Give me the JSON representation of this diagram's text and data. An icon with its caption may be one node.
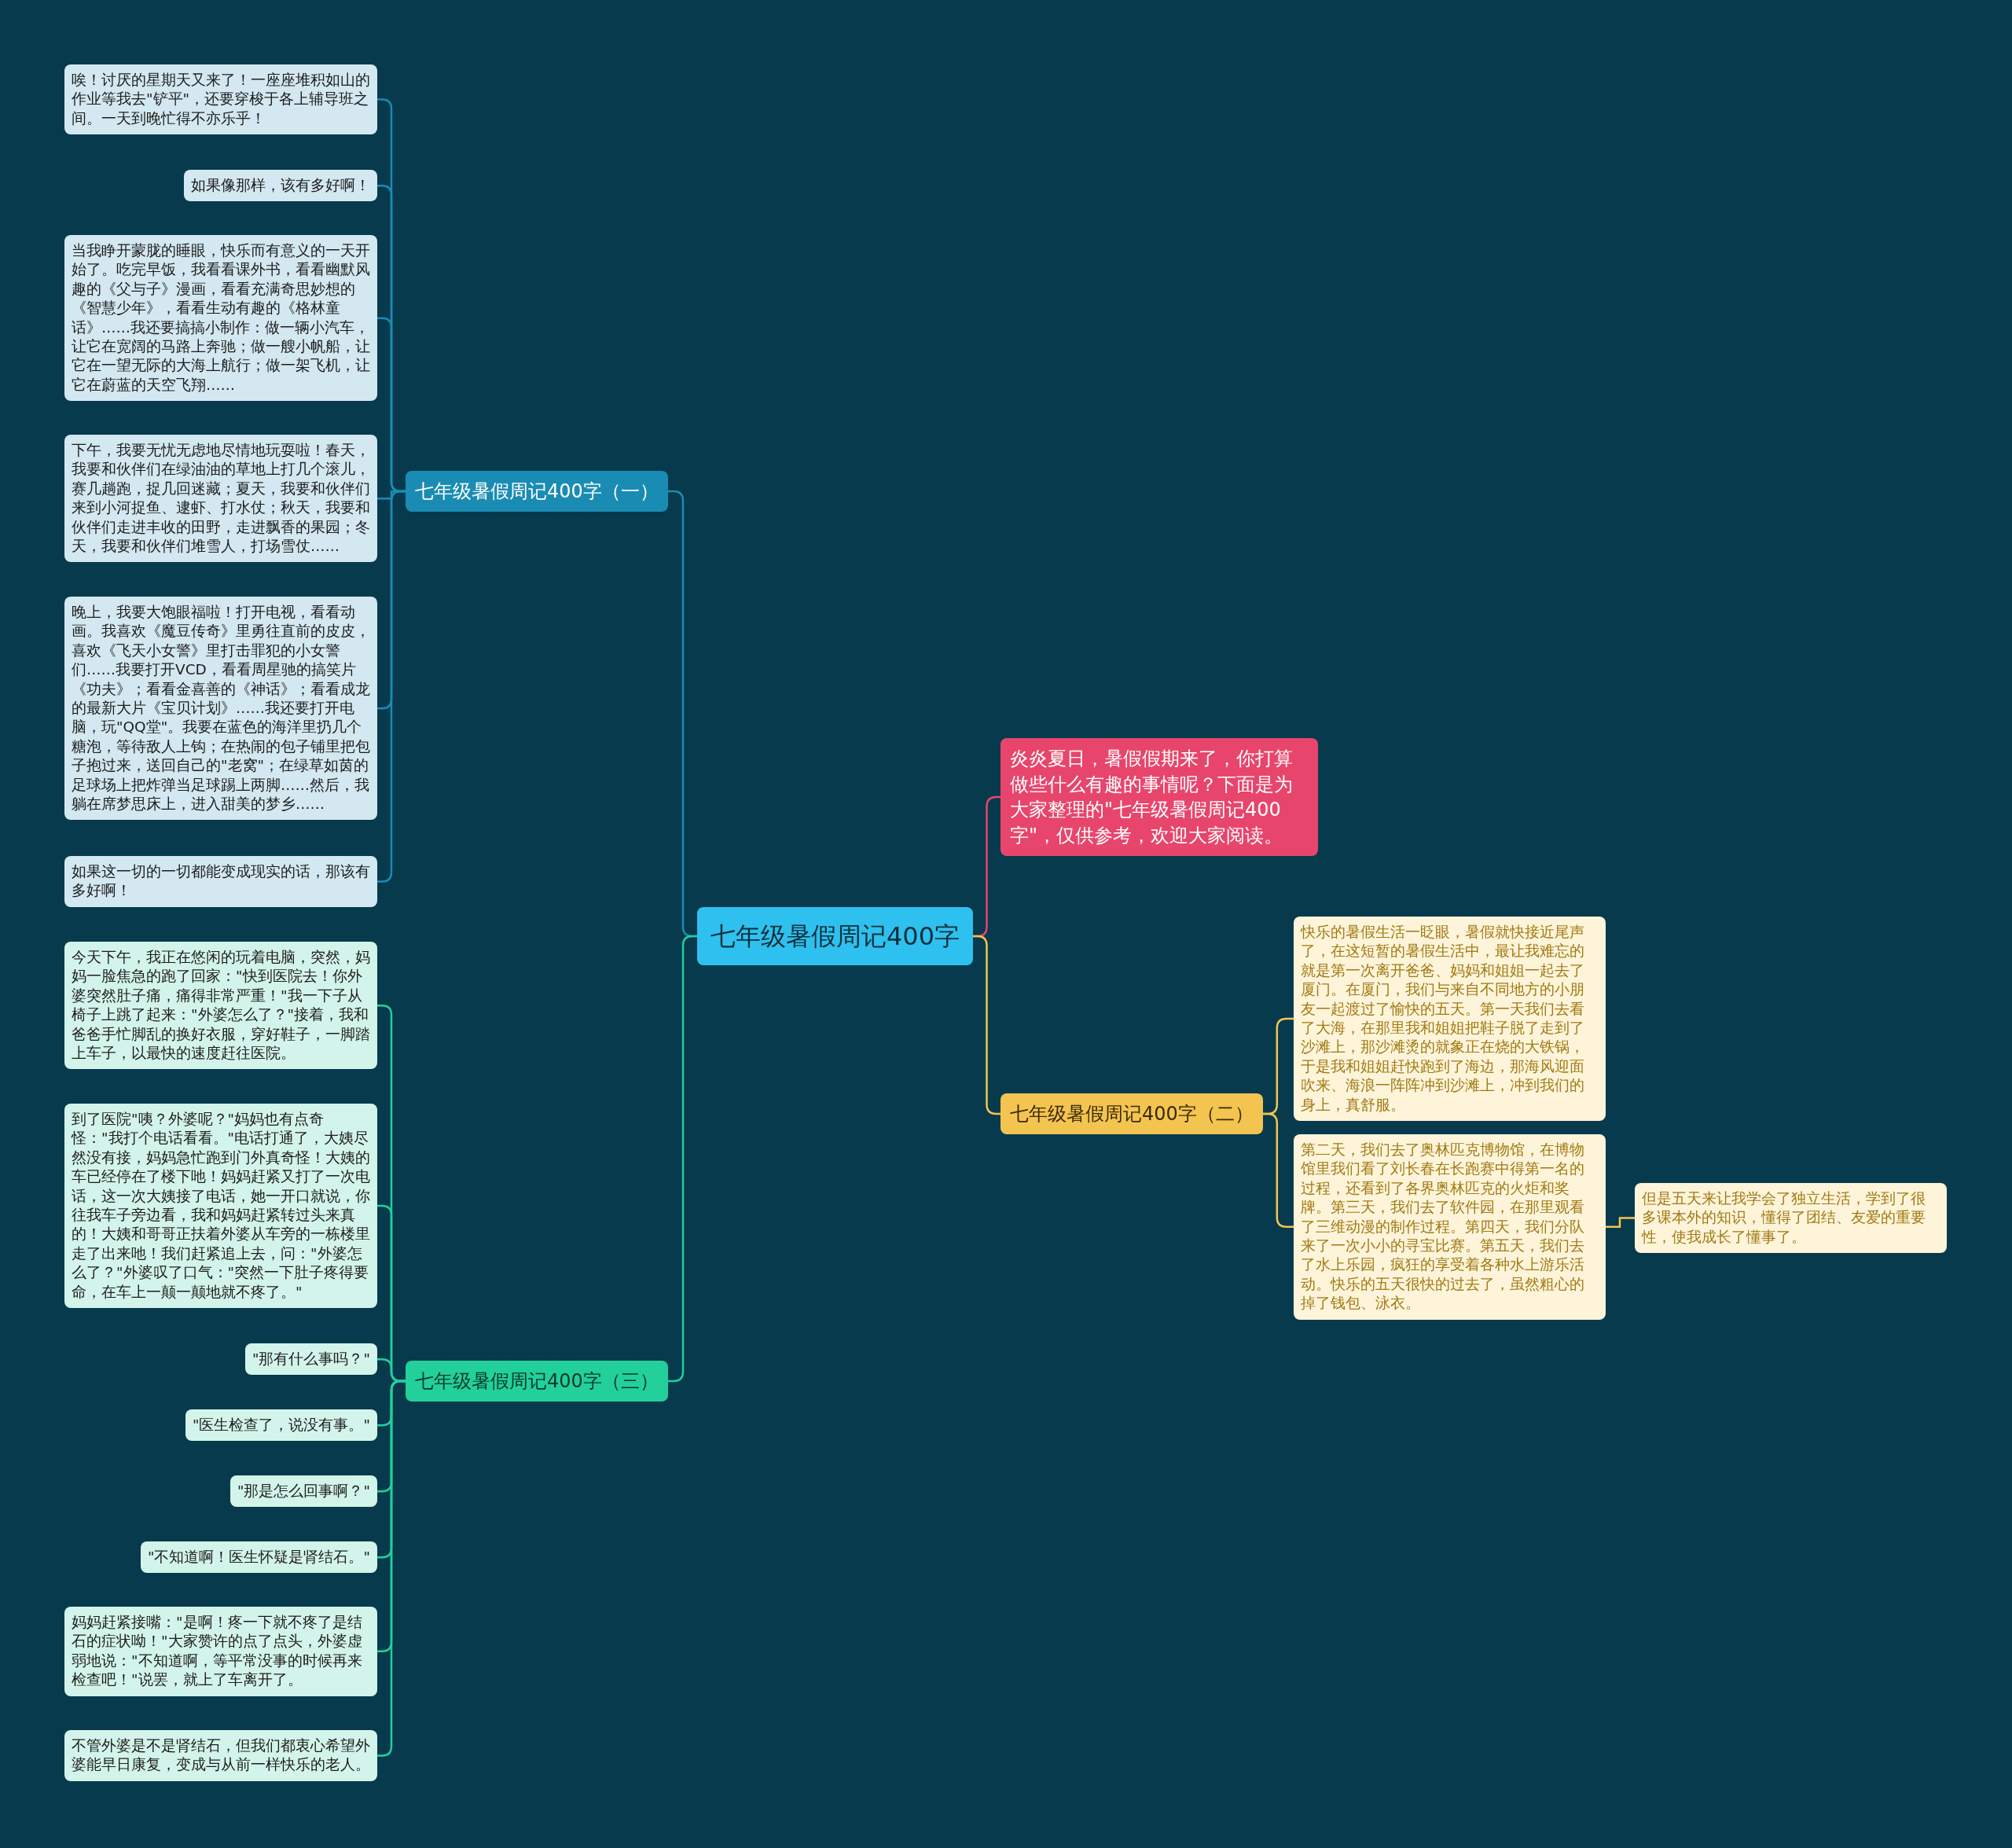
{
  "diagram": {
    "nodes": [
      {
        "text": [
          "七年级暑假周记400字"
        ]
      },
      {
        "text": [
          "炎炎夏日，暑假假期来了，你打算做些什么有趣的事情呢？下面是为大家整理的\"七年级暑假周记400字\"，仅供参考，欢迎大家阅读。"
        ]
      },
      {
        "text": [
          "七年级暑假周记400字（一）"
        ]
      },
      {
        "text": [
          "唉！讨厌的星期天又来了！一座座堆积如山的作业等我去\"铲平\"，还要穿梭于各上辅导班之间。一天到晚忙得不亦乐乎！"
        ]
      },
      {
        "text": [
          "如果像那样，该有多好啊！"
        ]
      },
      {
        "text": [
          "当我睁开蒙胧的睡眼，快乐而有意义的一天开始了。吃完早饭，我看看课外书，看看幽默风趣的《父与子》漫画，看看充满奇思妙想的《智慧少年》，看看生动有趣的《格林童话》……我还要搞搞小制作：做一辆小汽车，让它在宽阔的马路上奔驰；做一艘小帆船，让它在一望无际的大海上航行；做一架飞机，让它在蔚蓝的天空飞翔……"
        ]
      },
      {
        "text": [
          "下午，我要无忧无虑地尽情地玩耍啦！春天，我要和伙伴们在绿油油的草地上打几个滚儿，赛几趟跑，捉几回迷藏；夏天，我要和伙伴们来到小河捉鱼、逮虾、打水仗；秋天，我要和伙伴们走进丰收的田野，走进飘香的果园；冬天，我要和伙伴们堆雪人，打场雪仗……"
        ]
      },
      {
        "text": [
          "晚上，我要大饱眼福啦！打开电视，看看动画。我喜欢《魔豆传奇》里勇往直前的皮皮，喜欢《飞天小女警》里打击罪犯的小女警们……我要打开VCD，看看周星驰的搞笑片《功夫》；看看金喜善的《神话》；看看成龙的最新大片《宝贝计划》……我还要打开电脑，玩\"QQ堂\"。我要在蓝色的海洋里扔几个糖泡，等待敌人上钩；在热闹的包子铺里把包子抱过来，送回自己的\"老窝\"；在绿草如茵的足球场上把炸弹当足球踢上两脚……然后，我躺在席梦思床上，进入甜美的梦乡……"
        ]
      },
      {
        "text": [
          "如果这一切的一切都能变成现实的话，那该有多好啊！"
        ]
      },
      {
        "text": [
          "七年级暑假周记400字（二）"
        ]
      },
      {
        "text": [
          "快乐的暑假生活一眨眼，暑假就快接近尾声了，在这短暂的暑假生活中，最让我难忘的就是第一次离开爸爸、妈妈和姐姐一起去了厦门。在厦门，我们与来自不同地方的小朋友一起渡过了愉快的五天。第一天我们去看了大海，在那里我和姐姐把鞋子脱了走到了沙滩上，那沙滩烫的就象正在烧的大铁锅，于是我和姐姐赶快跑到了海边，那海风迎面吹来、海浪一阵阵冲到沙滩上，冲到我们的身上，真舒服。"
        ]
      },
      {
        "text": [
          "第二天，我们去了奥林匹克博物馆，在博物馆里我们看了刘长春在长跑赛中得第一名的过程，还看到了各界奥林匹克的火炬和奖牌。第三天，我们去了软件园，在那里观看了三维动漫的制作过程。第四天，我们分队来了一次小小的寻宝比赛。第五天，我们去了水上乐园，疯狂的享受着各种水上游乐活动。快乐的五天很快的过去了，虽然粗心的掉了钱包、泳衣。"
        ]
      },
      {
        "text": [
          "但是五天来让我学会了独立生活，学到了很多课本外的知识，懂得了团结、友爱的重要性，使我成长了懂事了。"
        ]
      },
      {
        "text": [
          "七年级暑假周记400字（三）"
        ]
      },
      {
        "text": [
          "今天下午，我正在悠闲的玩着电脑，突然，妈妈一脸焦急的跑了回家：\"快到医院去！你外婆突然肚子痛，痛得非常严重！\"我一下子从椅子上跳了起来：\"外婆怎么了？\"接着，我和爸爸手忙脚乱的换好衣服，穿好鞋子，一脚踏上车子，以最快的速度赶往医院。"
        ]
      },
      {
        "text": [
          "到了医院\"咦？外婆呢？\"妈妈也有点奇怪：\"我打个电话看看。\"电话打通了，大姨尽然没有接，妈妈急忙跑到门外真奇怪！大姨的车已经停在了楼下吔！妈妈赶紧又打了一次电话，这一次大姨接了电话，她一开口就说，你往我车子旁边看，我和妈妈赶紧转过头来真的！大姨和哥哥正扶着外婆从车旁的一栋楼里走了出来吔！我们赶紧追上去，问：\"外婆怎么了？\"外婆叹了口气：\"突然一下肚子疼得要命，在车上一颠一颠地就不疼了。\""
        ]
      },
      {
        "text": [
          "\"那有什么事吗？\""
        ]
      },
      {
        "text": [
          "\"医生检查了，说没有事。\""
        ]
      },
      {
        "text": [
          "\"那是怎么回事啊？\""
        ]
      },
      {
        "text": [
          "\"不知道啊！医生怀疑是肾结石。\""
        ]
      },
      {
        "text": [
          "妈妈赶紧接嘴：\"是啊！疼一下就不疼了是结石的症状呦！\"大家赞许的点了点头，外婆虚弱地说：\"不知道啊，等平常没事的时候再来检查吧！\"说罢，就上了车离开了。"
        ]
      },
      {
        "text": [
          "不管外婆是不是肾结石，但我们都衷心希望外婆能早日康复，变成与从前一样快乐的老人。"
        ]
      }
    ],
    "edges": [
      {
        "from": 0,
        "to": 1,
        "arrow": "none",
        "color": "#e8456c"
      },
      {
        "from": 0,
        "to": 2,
        "arrow": "none",
        "color": "#1a8cb4"
      },
      {
        "from": 2,
        "to": 3,
        "arrow": "none",
        "color": "#1a8cb4"
      },
      {
        "from": 2,
        "to": 4,
        "arrow": "none",
        "color": "#1a8cb4"
      },
      {
        "from": 2,
        "to": 5,
        "arrow": "none",
        "color": "#1a8cb4"
      },
      {
        "from": 2,
        "to": 6,
        "arrow": "none",
        "color": "#1a8cb4"
      },
      {
        "from": 2,
        "to": 7,
        "arrow": "none",
        "color": "#1a8cb4"
      },
      {
        "from": 2,
        "to": 8,
        "arrow": "none",
        "color": "#1a8cb4"
      },
      {
        "from": 0,
        "to": 9,
        "arrow": "none",
        "color": "#f4c451"
      },
      {
        "from": 9,
        "to": 10,
        "arrow": "none",
        "color": "#f4c451"
      },
      {
        "from": 9,
        "to": 11,
        "arrow": "none",
        "color": "#f4c451"
      },
      {
        "from": 11,
        "to": 12,
        "arrow": "none",
        "color": "#f4c451"
      },
      {
        "from": 0,
        "to": 13,
        "arrow": "none",
        "color": "#23cf9a"
      },
      {
        "from": 13,
        "to": 14,
        "arrow": "none",
        "color": "#23cf9a"
      },
      {
        "from": 13,
        "to": 15,
        "arrow": "none",
        "color": "#23cf9a"
      },
      {
        "from": 13,
        "to": 16,
        "arrow": "none",
        "color": "#23cf9a"
      },
      {
        "from": 13,
        "to": 17,
        "arrow": "none",
        "color": "#23cf9a"
      },
      {
        "from": 13,
        "to": 18,
        "arrow": "none",
        "color": "#23cf9a"
      },
      {
        "from": 13,
        "to": 19,
        "arrow": "none",
        "color": "#23cf9a"
      },
      {
        "from": 13,
        "to": 20,
        "arrow": "none",
        "color": "#23cf9a"
      },
      {
        "from": 13,
        "to": 21,
        "arrow": "none",
        "color": "#23cf9a"
      }
    ]
  }
}
